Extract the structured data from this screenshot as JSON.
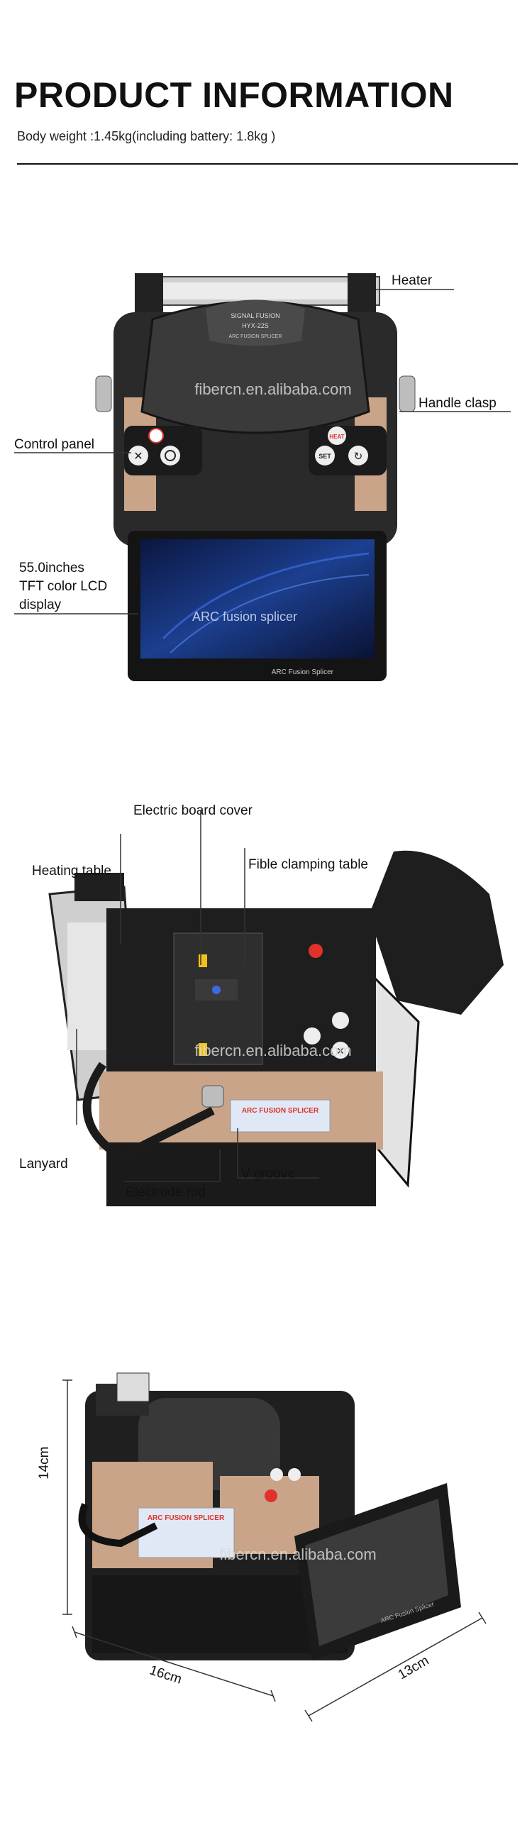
{
  "header": {
    "title": "PRODUCT INFORMATION",
    "subtitle": "Body weight :1.45kg(including battery: 1.8kg )"
  },
  "front_view": {
    "labels": {
      "heater": "Heater",
      "handle_clasp": "Handle clasp",
      "control_panel": "Control panel",
      "display_line1": "55.0inches",
      "display_line2": "TFT color LCD",
      "display_line3": "display"
    },
    "device_text": {
      "brand": "SIGNAL FUSION",
      "model": "HYX-22S",
      "type": "ARC FUSION SPLICER",
      "screen_caption": "ARC fusion splicer",
      "bezel_caption": "ARC Fusion Splicer",
      "btn_heat": "HEAT",
      "btn_set": "SET"
    },
    "watermark": "fibercn.en.alibaba.com"
  },
  "open_view": {
    "labels": {
      "electric_board_cover": "Electric board cover",
      "heating_table": "Heating table",
      "fiber_clamping_table": "Fible clamping table",
      "lanyard": "Lanyard",
      "electrode_rod": "Electrode rod",
      "v_groove": "V-groove"
    },
    "device_text": {
      "sticker": "ARC FUSION SPLICER"
    },
    "watermark": "fibercn.en.alibaba.com"
  },
  "dimension_view": {
    "height": "14cm",
    "length": "16cm",
    "width": "13cm",
    "device_text": {
      "sticker": "ARC FUSION SPLICER",
      "bezel_caption": "ARC Fusion Splicer"
    },
    "watermark": "fibercn.en.alibaba.com"
  },
  "colors": {
    "body_black": "#1e1e1e",
    "body_gold": "#c9a488",
    "accent_red": "#e0322b",
    "screen_blue": "#1c3f8f"
  }
}
